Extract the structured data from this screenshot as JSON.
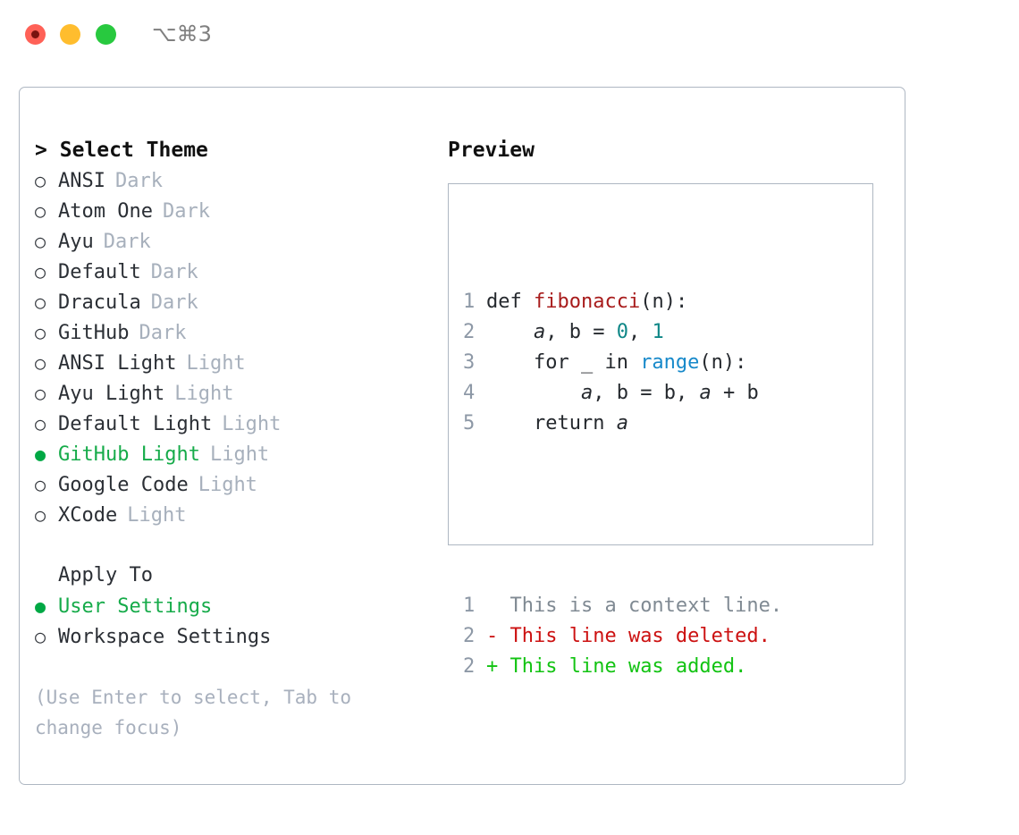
{
  "window": {
    "title_shortcut": "⌥⌘3",
    "traffic_lights": [
      {
        "name": "close",
        "color": "#ff6157"
      },
      {
        "name": "minimize",
        "color": "#ffbd2e"
      },
      {
        "name": "zoom",
        "color": "#28c93f"
      }
    ]
  },
  "colors": {
    "selected_green": "#16ab4a",
    "marker_green": "#00a844",
    "muted": "#a7b0bc",
    "hint": "#a8b0bd",
    "border": "#aeb7c2",
    "diff_add": "#12c312",
    "diff_del": "#cc1111",
    "code_func": "#a81c1c",
    "code_num": "#0f8787",
    "code_call": "#1789ca"
  },
  "left": {
    "heading_marker": ">",
    "heading": "Select Theme",
    "themes": [
      {
        "marker": "○",
        "name": "ANSI",
        "variant": "Dark",
        "selected": false
      },
      {
        "marker": "○",
        "name": "Atom One",
        "variant": "Dark",
        "selected": false
      },
      {
        "marker": "○",
        "name": "Ayu",
        "variant": "Dark",
        "selected": false
      },
      {
        "marker": "○",
        "name": "Default",
        "variant": "Dark",
        "selected": false
      },
      {
        "marker": "○",
        "name": "Dracula",
        "variant": "Dark",
        "selected": false
      },
      {
        "marker": "○",
        "name": "GitHub",
        "variant": "Dark",
        "selected": false
      },
      {
        "marker": "○",
        "name": "ANSI Light",
        "variant": "Light",
        "selected": false
      },
      {
        "marker": "○",
        "name": "Ayu Light",
        "variant": "Light",
        "selected": false
      },
      {
        "marker": "○",
        "name": "Default Light",
        "variant": "Light",
        "selected": false
      },
      {
        "marker": "●",
        "name": "GitHub Light",
        "variant": "Light",
        "selected": true
      },
      {
        "marker": "○",
        "name": "Google Code",
        "variant": "Light",
        "selected": false
      },
      {
        "marker": "○",
        "name": "XCode",
        "variant": "Light",
        "selected": false
      }
    ],
    "apply_to": {
      "label": "Apply To",
      "options": [
        {
          "marker": "●",
          "label": "User Settings",
          "selected": true
        },
        {
          "marker": "○",
          "label": "Workspace Settings",
          "selected": false
        }
      ]
    },
    "hint": "(Use Enter to select, Tab to change focus)"
  },
  "right": {
    "title": "Preview",
    "code_lines": [
      {
        "number": "1",
        "tokens": [
          {
            "text": "def ",
            "type": "plain"
          },
          {
            "text": "fibonacci",
            "type": "func"
          },
          {
            "text": "(n):",
            "type": "plain"
          }
        ]
      },
      {
        "number": "2",
        "tokens": [
          {
            "text": "    ",
            "type": "plain"
          },
          {
            "text": "a",
            "type": "var"
          },
          {
            "text": ", ",
            "type": "plain"
          },
          {
            "text": "b",
            "type": "plain"
          },
          {
            "text": " = ",
            "type": "plain"
          },
          {
            "text": "0",
            "type": "num"
          },
          {
            "text": ", ",
            "type": "plain"
          },
          {
            "text": "1",
            "type": "num"
          }
        ]
      },
      {
        "number": "3",
        "tokens": [
          {
            "text": "    for _ in ",
            "type": "plain"
          },
          {
            "text": "range",
            "type": "call"
          },
          {
            "text": "(n):",
            "type": "plain"
          }
        ]
      },
      {
        "number": "4",
        "tokens": [
          {
            "text": "        ",
            "type": "plain"
          },
          {
            "text": "a",
            "type": "var"
          },
          {
            "text": ", ",
            "type": "plain"
          },
          {
            "text": "b",
            "type": "plain"
          },
          {
            "text": " = ",
            "type": "plain"
          },
          {
            "text": "b",
            "type": "plain"
          },
          {
            "text": ", ",
            "type": "plain"
          },
          {
            "text": "a",
            "type": "var"
          },
          {
            "text": " + ",
            "type": "plain"
          },
          {
            "text": "b",
            "type": "plain"
          }
        ]
      },
      {
        "number": "5",
        "tokens": [
          {
            "text": "    return ",
            "type": "plain"
          },
          {
            "text": "a",
            "type": "var"
          }
        ]
      }
    ],
    "diff_lines": [
      {
        "number": "1",
        "sign": " ",
        "text": " This is a context line.",
        "type": "ctx"
      },
      {
        "number": "2",
        "sign": "-",
        "text": " This line was deleted.",
        "type": "del"
      },
      {
        "number": "2",
        "sign": "+",
        "text": " This line was added.",
        "type": "add"
      }
    ]
  }
}
